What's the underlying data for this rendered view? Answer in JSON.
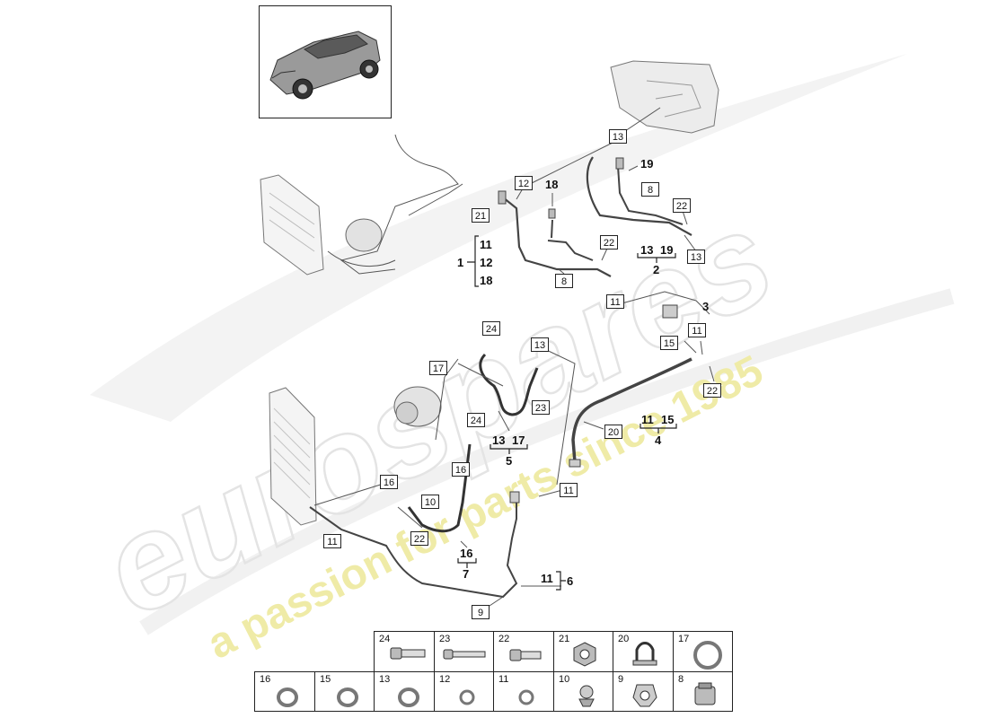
{
  "watermark": {
    "brand": "eurospares",
    "tagline": "a passion for parts since 1985",
    "color": "#e9e9e9",
    "tagline_color": "#eeeaa0"
  },
  "thumbnail": {
    "icon": "car-suv-icon"
  },
  "callouts": {
    "upper": [
      "13",
      "12",
      "21",
      "8",
      "22",
      "22",
      "13",
      "8",
      "11"
    ],
    "upper_numbers": {
      "n19": "19",
      "n18": "18"
    },
    "mid": [
      "24",
      "13",
      "17",
      "23",
      "15",
      "11",
      "22",
      "24",
      "20",
      "16",
      "16",
      "10",
      "22",
      "11",
      "11",
      "9"
    ]
  },
  "groups": {
    "g1": {
      "number": "1",
      "items": [
        "11",
        "12",
        "18"
      ]
    },
    "g2": {
      "number": "2",
      "items": [
        "13",
        "19"
      ]
    },
    "g3": {
      "number": "3"
    },
    "g4": {
      "number": "4",
      "items": [
        "11",
        "15"
      ]
    },
    "g5": {
      "number": "5",
      "items": [
        "13",
        "17"
      ]
    },
    "g6": {
      "number": "6",
      "items": [
        "11"
      ]
    },
    "g7": {
      "number": "7",
      "items": [
        "16"
      ]
    }
  },
  "parts_table": {
    "row1": [
      {
        "num": "24",
        "icon": "bolt-long-icon"
      },
      {
        "num": "23",
        "icon": "bolt-long-icon"
      },
      {
        "num": "22",
        "icon": "bolt-short-icon"
      },
      {
        "num": "21",
        "icon": "nut-icon"
      },
      {
        "num": "20",
        "icon": "hose-clamp-icon"
      },
      {
        "num": "17",
        "icon": "o-ring-large-icon"
      }
    ],
    "row2": [
      {
        "num": "16",
        "icon": "o-ring-icon"
      },
      {
        "num": "15",
        "icon": "o-ring-icon"
      },
      {
        "num": "13",
        "icon": "o-ring-icon"
      },
      {
        "num": "12",
        "icon": "o-ring-small-icon"
      },
      {
        "num": "11",
        "icon": "o-ring-small-icon"
      },
      {
        "num": "10",
        "icon": "clip-icon"
      },
      {
        "num": "9",
        "icon": "bracket-clip-icon"
      },
      {
        "num": "8",
        "icon": "valve-cap-icon"
      }
    ]
  }
}
